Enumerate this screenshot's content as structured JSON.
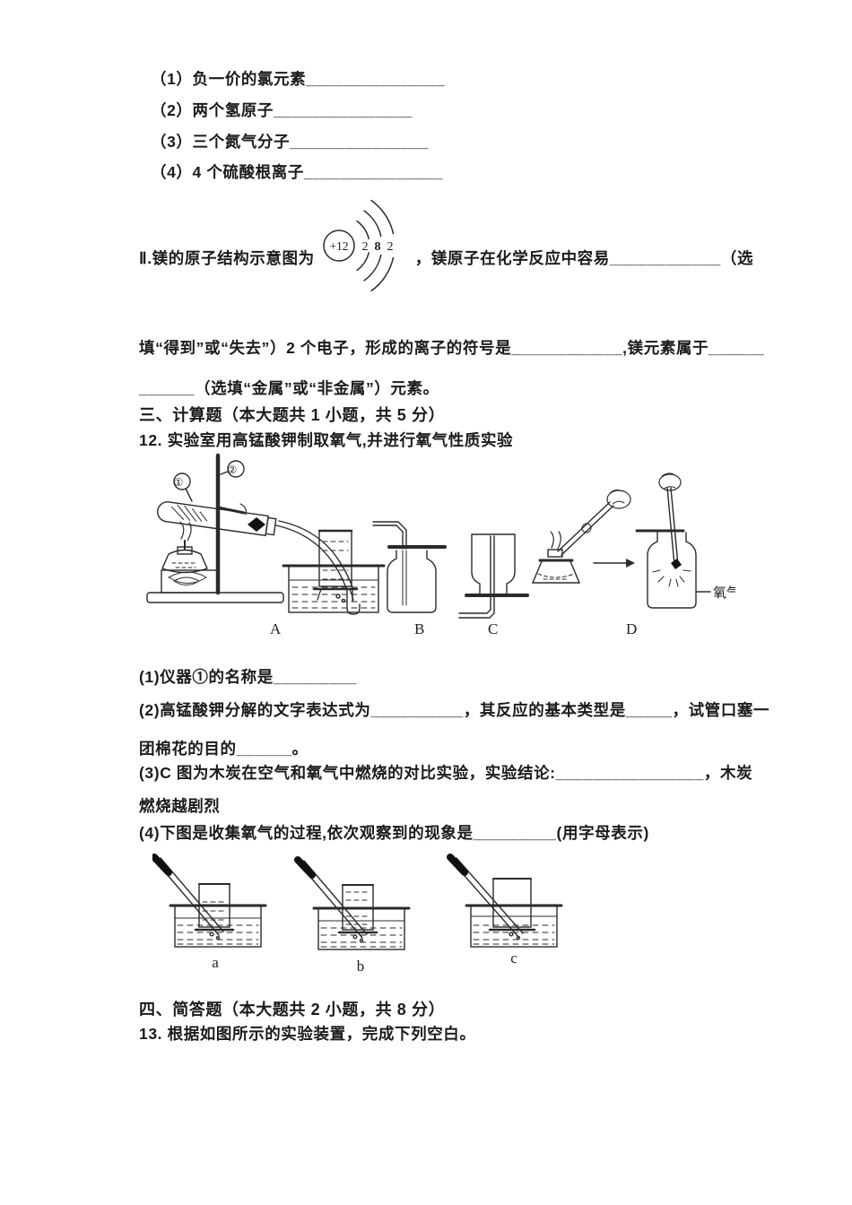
{
  "document": {
    "items_I": [
      "（1）负一价的氯元素_______________",
      "（2）两个氢原子_______________",
      "（3）三个氮气分子_______________",
      "（4）4 个硫酸根离子_______________"
    ],
    "mg_line": {
      "prefix": "Ⅱ.镁的原子结构示意图为",
      "suffix": "，镁原子在化学反应中容易____________（选"
    },
    "mg_line2": "填“得到”或“失去”）2 个电子，形成的离子的符号是____________,镁元素属于______",
    "mg_line3": "______（选填“金属”或“非金属”）元素。",
    "atom": {
      "nucleus": "+12",
      "shells": [
        "2",
        "8",
        "2"
      ]
    },
    "section3_heading": "三、计算题（本大题共 1 小题，共 5 分）",
    "q12": {
      "stem": "12. 实验室用高锰酸钾制取氧气,并进行氧气性质实验",
      "figure1": {
        "callout1": "①",
        "callout2": "②",
        "labels": [
          "A",
          "B",
          "C",
          "D"
        ],
        "oxygen_label": "氧气"
      },
      "sub1": "(1)仪器①的名称是_________",
      "sub2a": "(2)高锰酸钾分解的文字表达式为__________，其反应的基本类型是_____，试管口塞一",
      "sub2b": "团棉花的目的______。",
      "sub3a": "(3)C 图为木炭在空气和氧气中燃烧的对比实验，实验结论:________________，木炭",
      "sub3b": "燃烧越剧烈",
      "sub4": "(4)下图是收集氧气的过程,依次观察到的现象是_________(用字母表示)",
      "figure2_labels": [
        "a",
        "b",
        "c"
      ]
    },
    "section4_heading": "四、简答题（本大题共 2 小题，共 8 分）",
    "q13_stem": "13. 根据如图所示的实验装置，完成下列空白。"
  }
}
